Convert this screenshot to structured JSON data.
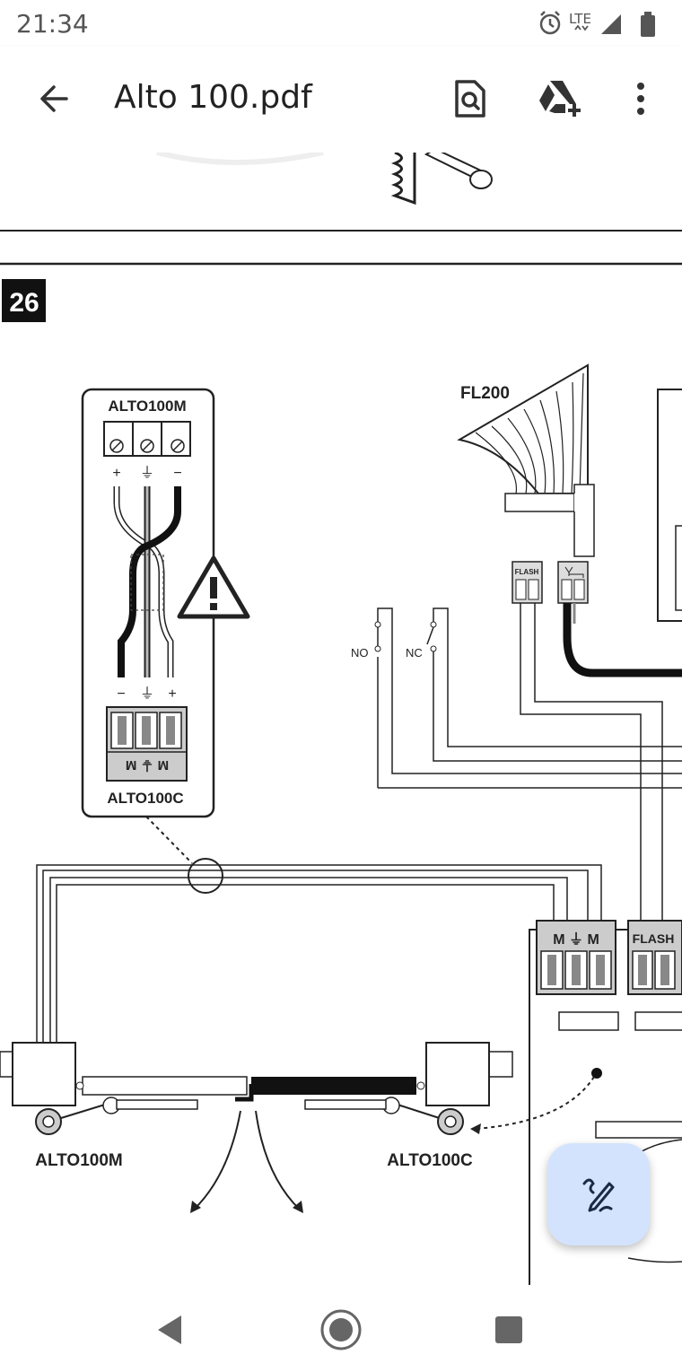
{
  "status": {
    "time": "21:34",
    "network": "LTE"
  },
  "appbar": {
    "title": "Alto 100.pdf",
    "back_icon": "arrow-back-icon",
    "search_icon": "find-in-document-icon",
    "drive_icon": "add-to-drive-icon",
    "more_icon": "more-vert-icon"
  },
  "diagram": {
    "figure_number": "26",
    "inset_top_label": "ALTO100M",
    "inset_bottom_label": "ALTO100C",
    "inset_top_terminals": [
      "+",
      "⏚",
      "−"
    ],
    "inset_bottom_terminals": [
      "−",
      "⏚",
      "+"
    ],
    "inset_block_label": "M ⏚ M",
    "lamp_label": "FL200",
    "lamp_flash_label": "FLASH",
    "switch_no_label": "NO",
    "switch_nc_label": "NC",
    "board_motor_label": "M ⏚ M",
    "board_flash_label": "FLASH",
    "motor_left_label": "ALTO100M",
    "motor_right_label": "ALTO100C"
  },
  "fab": {
    "icon": "annotate-pen-icon"
  },
  "navbar": {
    "back_icon": "nav-back-icon",
    "home_icon": "nav-home-icon",
    "recents_icon": "nav-recents-icon"
  }
}
